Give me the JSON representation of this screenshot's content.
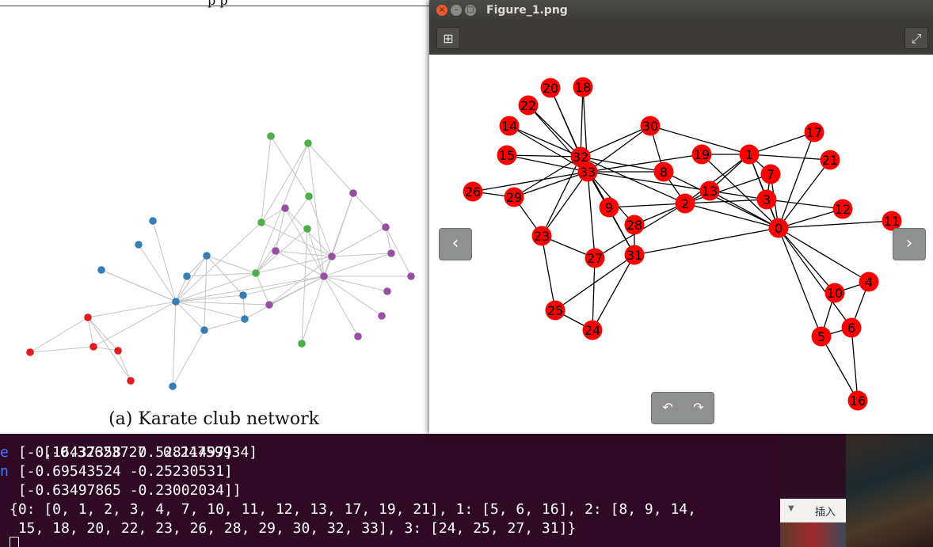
{
  "paper": {
    "caption": "(a) Karate club network",
    "top_text": "p p",
    "colors": {
      "red": "#e41a1c",
      "blue": "#377eb8",
      "green": "#4daf4a",
      "purple": "#984ea3",
      "edge": "#c4c4c4"
    }
  },
  "viewer": {
    "title": "Figure_1.png",
    "close_glyph": "×",
    "min_glyph": "–",
    "max_glyph": "□",
    "add_icon": "⊞",
    "fullscreen_icon": "⤢",
    "prev_glyph": "‹",
    "next_glyph": "›",
    "rotate_left_glyph": "↶",
    "rotate_right_glyph": "↷",
    "node_color": "#ff0000"
  },
  "terminal": {
    "partial_row": " [-0.32623727  0.24759934]",
    "rows": [
      " [-0.16437358  0.52811497]",
      " [-0.69543524 -0.25230531]",
      " [-0.63497865 -0.23002034]]"
    ],
    "partition_line1": "{0: [0, 1, 2, 3, 4, 7, 10, 11, 12, 13, 17, 19, 21], 1: [5, 6, 16], 2: [8, 9, 14,",
    "partition_line2": " 15, 18, 20, 22, 23, 26, 28, 29, 30, 32, 33], 3: [24, 25, 27, 31]}",
    "left_fragments": [
      "e",
      "nc"
    ]
  },
  "background_app": {
    "insert_label": "插入",
    "dropdown_glyph": "▼"
  },
  "chart_data": {
    "type": "network",
    "nodes": [
      {
        "id": "0",
        "label": "0"
      },
      {
        "id": "1",
        "label": "1"
      },
      {
        "id": "2",
        "label": "2"
      },
      {
        "id": "3",
        "label": "3"
      },
      {
        "id": "4",
        "label": "4"
      },
      {
        "id": "5",
        "label": "5"
      },
      {
        "id": "6",
        "label": "6"
      },
      {
        "id": "7",
        "label": "7"
      },
      {
        "id": "8",
        "label": "8"
      },
      {
        "id": "9",
        "label": "9"
      },
      {
        "id": "10",
        "label": "10"
      },
      {
        "id": "11",
        "label": "11"
      },
      {
        "id": "12",
        "label": "12"
      },
      {
        "id": "13",
        "label": "13"
      },
      {
        "id": "14",
        "label": "14"
      },
      {
        "id": "15",
        "label": "15"
      },
      {
        "id": "16",
        "label": "16"
      },
      {
        "id": "17",
        "label": "17"
      },
      {
        "id": "18",
        "label": "18"
      },
      {
        "id": "19",
        "label": "19"
      },
      {
        "id": "20",
        "label": "20"
      },
      {
        "id": "21",
        "label": "21"
      },
      {
        "id": "22",
        "label": "22"
      },
      {
        "id": "23",
        "label": "23"
      },
      {
        "id": "24",
        "label": "24"
      },
      {
        "id": "25",
        "label": "25"
      },
      {
        "id": "26",
        "label": "26"
      },
      {
        "id": "27",
        "label": "27"
      },
      {
        "id": "28",
        "label": "28"
      },
      {
        "id": "29",
        "label": "29"
      },
      {
        "id": "30",
        "label": "30"
      },
      {
        "id": "31",
        "label": "31"
      },
      {
        "id": "32",
        "label": "32"
      },
      {
        "id": "33",
        "label": "33"
      }
    ],
    "edges": [
      [
        0,
        1
      ],
      [
        0,
        2
      ],
      [
        0,
        3
      ],
      [
        0,
        4
      ],
      [
        0,
        5
      ],
      [
        0,
        6
      ],
      [
        0,
        7
      ],
      [
        0,
        8
      ],
      [
        0,
        10
      ],
      [
        0,
        11
      ],
      [
        0,
        12
      ],
      [
        0,
        13
      ],
      [
        0,
        17
      ],
      [
        0,
        19
      ],
      [
        0,
        21
      ],
      [
        0,
        31
      ],
      [
        1,
        2
      ],
      [
        1,
        3
      ],
      [
        1,
        7
      ],
      [
        1,
        13
      ],
      [
        1,
        17
      ],
      [
        1,
        19
      ],
      [
        1,
        21
      ],
      [
        1,
        30
      ],
      [
        2,
        3
      ],
      [
        2,
        7
      ],
      [
        2,
        8
      ],
      [
        2,
        9
      ],
      [
        2,
        13
      ],
      [
        2,
        27
      ],
      [
        2,
        28
      ],
      [
        2,
        32
      ],
      [
        3,
        7
      ],
      [
        3,
        12
      ],
      [
        3,
        13
      ],
      [
        4,
        6
      ],
      [
        4,
        10
      ],
      [
        5,
        6
      ],
      [
        5,
        10
      ],
      [
        5,
        16
      ],
      [
        6,
        16
      ],
      [
        8,
        30
      ],
      [
        8,
        32
      ],
      [
        8,
        33
      ],
      [
        9,
        33
      ],
      [
        13,
        33
      ],
      [
        14,
        32
      ],
      [
        14,
        33
      ],
      [
        15,
        32
      ],
      [
        15,
        33
      ],
      [
        18,
        32
      ],
      [
        18,
        33
      ],
      [
        19,
        33
      ],
      [
        20,
        32
      ],
      [
        20,
        33
      ],
      [
        22,
        32
      ],
      [
        22,
        33
      ],
      [
        23,
        25
      ],
      [
        23,
        27
      ],
      [
        23,
        29
      ],
      [
        23,
        32
      ],
      [
        23,
        33
      ],
      [
        24,
        25
      ],
      [
        24,
        27
      ],
      [
        24,
        31
      ],
      [
        25,
        31
      ],
      [
        26,
        29
      ],
      [
        26,
        33
      ],
      [
        27,
        33
      ],
      [
        28,
        31
      ],
      [
        28,
        33
      ],
      [
        29,
        32
      ],
      [
        29,
        33
      ],
      [
        30,
        32
      ],
      [
        30,
        33
      ],
      [
        31,
        32
      ],
      [
        31,
        33
      ],
      [
        32,
        33
      ]
    ]
  }
}
